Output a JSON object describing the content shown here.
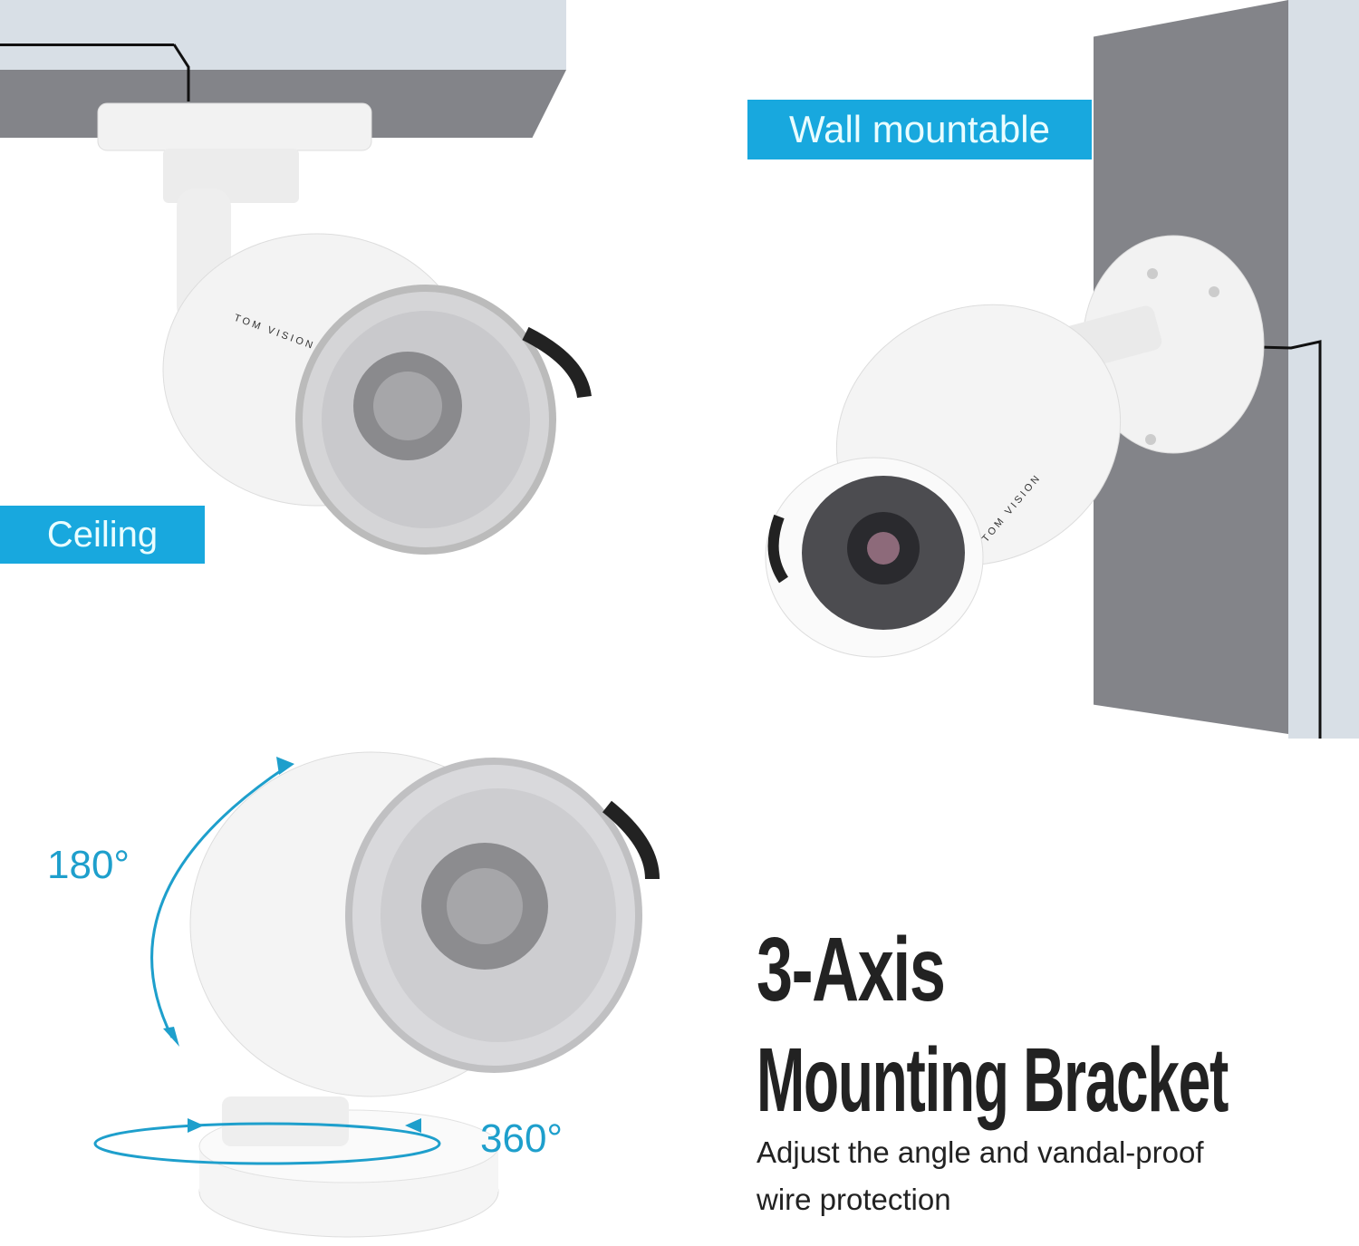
{
  "labels": {
    "ceiling": "Ceiling",
    "wall": "Wall mountable"
  },
  "brand": {
    "name": "TOM VISION"
  },
  "rotation": {
    "tilt": "180°",
    "pan": "360°"
  },
  "feature": {
    "title_line1": "3-Axis",
    "title_line2": "Mounting Bracket",
    "desc_line1": "Adjust the angle and vandal-proof",
    "desc_line2": "wire protection"
  },
  "colors": {
    "accent_blue": "#18a8de",
    "wall_gray": "#838489",
    "wall_light": "#d8dfe6",
    "text_dark": "#222222"
  }
}
